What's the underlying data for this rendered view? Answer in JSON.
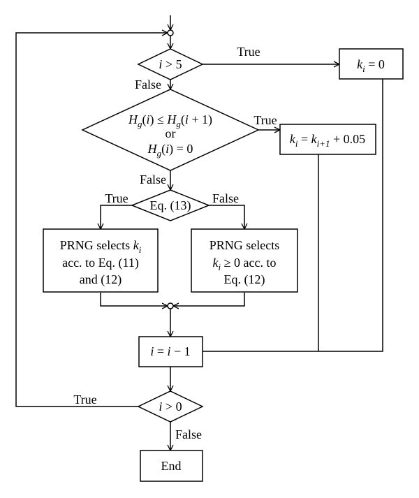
{
  "labels": {
    "true": "True",
    "false": "False"
  },
  "nodes": {
    "cond_i_gt_5": {
      "var": "i",
      "rest": " > 5"
    },
    "assign_k_zero": {
      "k": "k",
      "sub": "i",
      "rest": " = 0"
    },
    "cond_hist": {
      "line1": {
        "h": "H",
        "g": "g",
        "a": "(",
        "i": "i",
        "b": ") ≤ ",
        "h2": "H",
        "g2": "g",
        "c": "(",
        "i2": "i",
        "d": " + 1)"
      },
      "or": "or",
      "line3": {
        "h": "H",
        "g": "g",
        "a": "(",
        "i": "i",
        "b": ") = 0"
      }
    },
    "assign_k_next": {
      "k": "k",
      "sub": "i",
      "eq": " = ",
      "k2": "k",
      "sub2": "i+1",
      "rest": " + 0.05"
    },
    "cond_eq13": "Eq. (13)",
    "prng_left": {
      "line1a": "PRNG selects ",
      "line1k": "k",
      "line1sub": "i",
      "line2": "acc. to Eq. (11)",
      "line3": "and (12)"
    },
    "prng_right": {
      "line1": "PRNG selects",
      "line2k": "k",
      "line2sub": "i",
      "line2rest": " ≥ 0 acc. to",
      "line3": "Eq. (12)"
    },
    "decrement": {
      "i": "i",
      "eq": " = ",
      "i2": "i",
      "rest": " − 1"
    },
    "cond_i_gt_0": {
      "var": "i",
      "rest": " > 0"
    },
    "end": "End"
  }
}
